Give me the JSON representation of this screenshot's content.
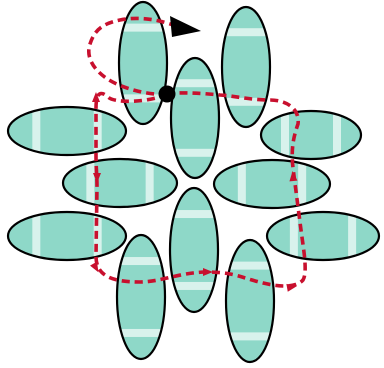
{
  "diagram": {
    "colors": {
      "bead_fill": "#8ed8c8",
      "bead_outline": "#000000",
      "stripe": "#d8f2ec",
      "path": "#c8102e",
      "arrow": "#000000",
      "start_dot": "#000000",
      "background": "#ffffff"
    },
    "bead_count": 12,
    "path_style": "dashed",
    "start_marker": "filled-dot",
    "end_marker": "arrowhead"
  }
}
